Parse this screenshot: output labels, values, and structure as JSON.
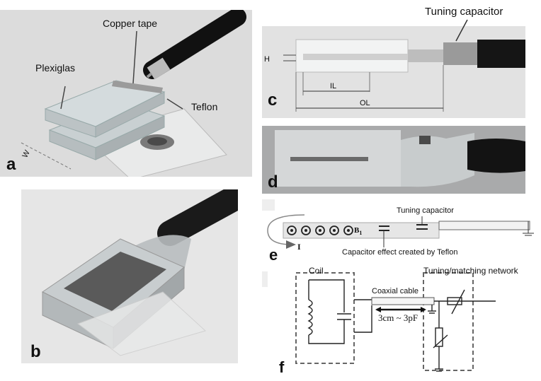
{
  "panels": {
    "a": {
      "letter": "a",
      "labels": {
        "copper_tape": "Copper tape",
        "plexiglas": "Plexiglas",
        "teflon": "Teflon",
        "w": "W"
      }
    },
    "b": {
      "letter": "b"
    },
    "c": {
      "letter": "c",
      "labels": {
        "tuning_capacitor": "Tuning capacitor",
        "h": "H",
        "il": "IL",
        "ol": "OL"
      }
    },
    "d": {
      "letter": "d"
    },
    "e": {
      "letter": "e",
      "labels": {
        "tuning_capacitor": "Tuning capacitor",
        "capacitor_effect": "Capacitor effect created by Teflon",
        "b1": "B",
        "b1_sub": "1",
        "current": "I"
      }
    },
    "f": {
      "letter": "f",
      "labels": {
        "coil": "Coil",
        "network": "Tuning/matching network",
        "coax": "Coaxial cable",
        "coax_spec": "3cm ~ 3pF"
      }
    }
  },
  "colors": {
    "photo_bg": "#d9d9d9",
    "plexiglas": "#cfd6d8",
    "copper": "#8a8a8a",
    "cable": "#151515",
    "gel": "#b9bfc2"
  }
}
